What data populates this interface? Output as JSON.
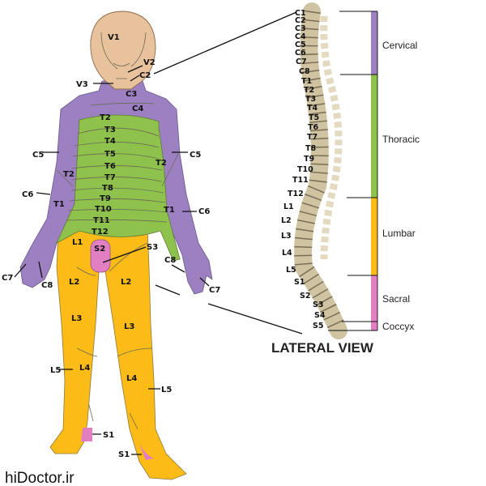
{
  "colors": {
    "cervical": "#9c80c2",
    "thoracic": "#8fc24c",
    "lumbar": "#fdbb17",
    "sacral": "#e27fc3",
    "skin": "#e8c29c",
    "bone": "#d9cfb4"
  },
  "body_labels": [
    "V1",
    "V2",
    "C2",
    "V3",
    "C3",
    "C4",
    "T2",
    "T3",
    "T4",
    "T5",
    "T6",
    "T7",
    "T8",
    "T9",
    "T10",
    "T11",
    "T12",
    "C5",
    "C5",
    "T2",
    "T2",
    "C6",
    "C6",
    "T1",
    "T1",
    "L1",
    "S2",
    "S3",
    "C8",
    "C7",
    "C8",
    "C7",
    "L2",
    "L2",
    "L3",
    "L3",
    "L5",
    "L4",
    "L4",
    "L5",
    "S1",
    "S1"
  ],
  "spine_labels": [
    "C1",
    "C2",
    "C3",
    "C4",
    "C5",
    "C6",
    "C7",
    "C8",
    "T1",
    "T2",
    "T3",
    "T4",
    "T5",
    "T6",
    "T7",
    "T8",
    "T9",
    "T10",
    "T11",
    "T12",
    "L1",
    "L2",
    "L3",
    "L4",
    "L5",
    "S1",
    "S2",
    "S3",
    "S4",
    "S5"
  ],
  "regions": [
    "Cervical",
    "Thoracic",
    "Lumbar",
    "Sacral",
    "Coccyx"
  ],
  "view_title": "LATERAL VIEW",
  "watermark": "hiDoctor.ir"
}
